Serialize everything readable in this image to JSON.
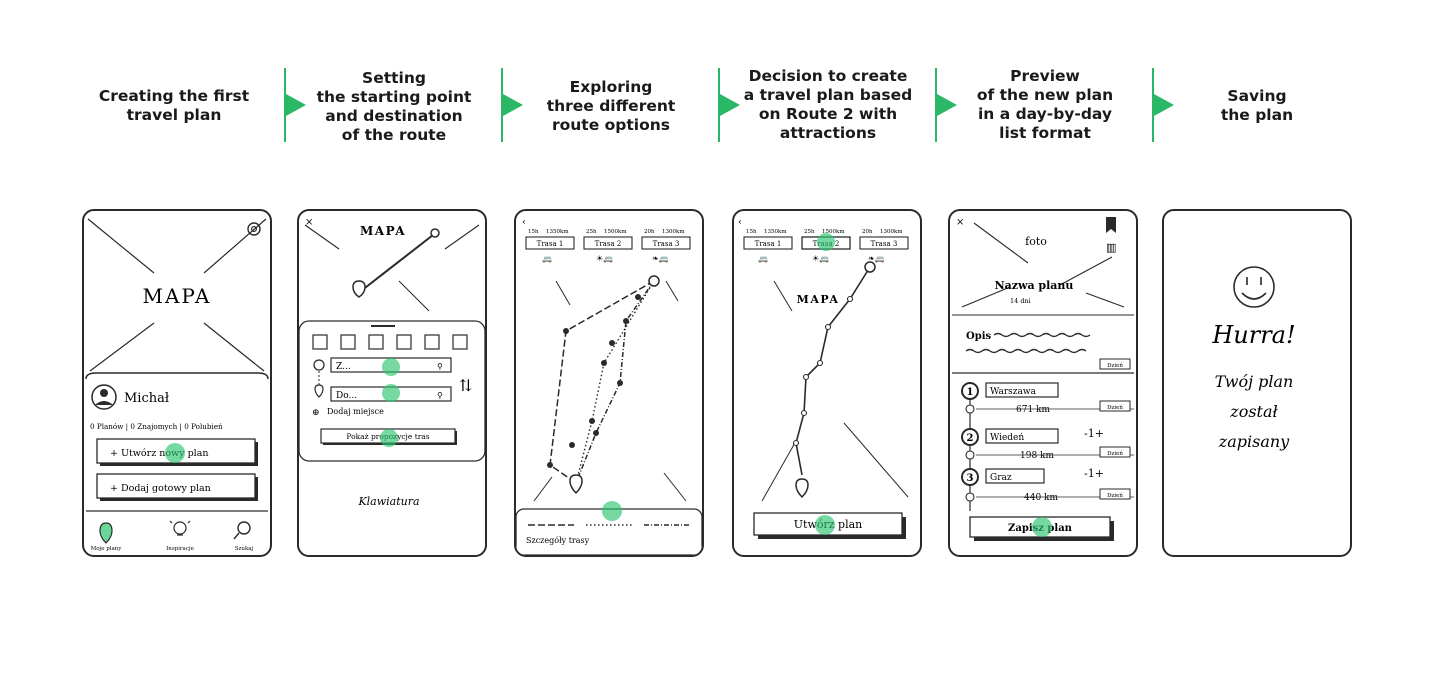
{
  "steps": [
    {
      "lines": [
        "Creating the first",
        "travel plan"
      ]
    },
    {
      "lines": [
        "Setting",
        "the starting point",
        "and destination",
        "of the route"
      ]
    },
    {
      "lines": [
        "Exploring",
        "three different",
        "route options"
      ]
    },
    {
      "lines": [
        "Decision to create",
        "a travel plan based",
        "on Route 2 with",
        "attractions"
      ]
    },
    {
      "lines": [
        "Preview",
        "of the new plan",
        "in a day-by-day",
        "list format"
      ]
    },
    {
      "lines": [
        "Saving",
        "the plan"
      ]
    }
  ],
  "screen1": {
    "map_label": "MAPA",
    "user_name": "Michał",
    "stats": "0 Planów | 0 Znajomych | 0 Polubień",
    "btn_create": "+ Utwórz nowy plan",
    "btn_add": "+ Dodaj gotowy plan",
    "nav": [
      "Moje plany",
      "Inspiracje",
      "Szukaj"
    ]
  },
  "screen2": {
    "map_label": "MAPA",
    "from_placeholder": "Z...",
    "to_placeholder": "Do...",
    "add_place": "Dodaj miejsce",
    "show_routes": "Pokaż propozycje tras",
    "keyboard": "Klawiatura"
  },
  "screen3": {
    "routes": [
      {
        "time": "15h",
        "dist": "1350km",
        "name": "Trasa 1"
      },
      {
        "time": "25h",
        "dist": "1500km",
        "name": "Trasa 2"
      },
      {
        "time": "20h",
        "dist": "1300km",
        "name": "Trasa 3"
      }
    ],
    "details": "Szczegóły trasy"
  },
  "screen4": {
    "routes": [
      {
        "time": "15h",
        "dist": "1350km",
        "name": "Trasa 1"
      },
      {
        "time": "25h",
        "dist": "1500km",
        "name": "Trasa 2"
      },
      {
        "time": "20h",
        "dist": "1300km",
        "name": "Trasa 3"
      }
    ],
    "map_label": "MAPA",
    "create_btn": "Utwórz plan"
  },
  "screen5": {
    "photo": "foto",
    "plan_name": "Nazwa planu",
    "plan_meta": "14 dni",
    "desc_label": "Opis",
    "stops": [
      {
        "num": "1",
        "city": "Warszawa",
        "days": ""
      },
      {
        "num": "2",
        "city": "Wiedeń",
        "days": "-1+"
      },
      {
        "num": "3",
        "city": "Graz",
        "days": "-1+"
      }
    ],
    "distances": [
      "671 km",
      "198 km",
      "440 km"
    ],
    "tag": "Dzień",
    "save_btn": "Zapisz plan"
  },
  "screen6": {
    "line1": "Hurra!",
    "line2": "Twój plan",
    "line3": "został",
    "line4": "zapisany"
  }
}
